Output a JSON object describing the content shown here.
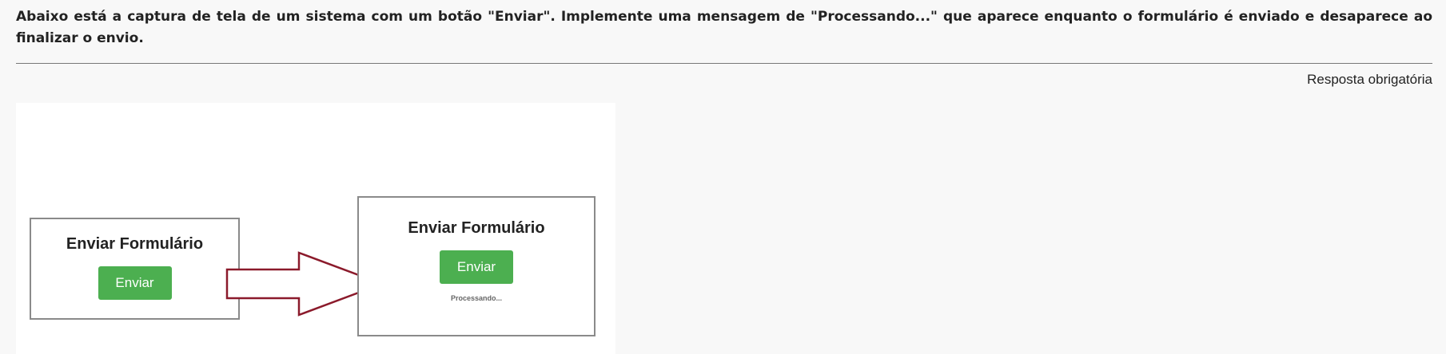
{
  "question": {
    "text": "Abaixo está a captura de tela de um sistema com um botão \"Enviar\". Implemente uma mensagem de \"Processando...\" que aparece enquanto o formulário é enviado e desaparece ao finalizar o envio."
  },
  "required_label": "Resposta obrigatória",
  "illustration": {
    "before": {
      "title": "Enviar Formulário",
      "button_label": "Enviar"
    },
    "after": {
      "title": "Enviar Formulário",
      "button_label": "Enviar",
      "status": "Processando..."
    },
    "arrow_color": "#8b1a2b",
    "button_color": "#4caf50"
  }
}
